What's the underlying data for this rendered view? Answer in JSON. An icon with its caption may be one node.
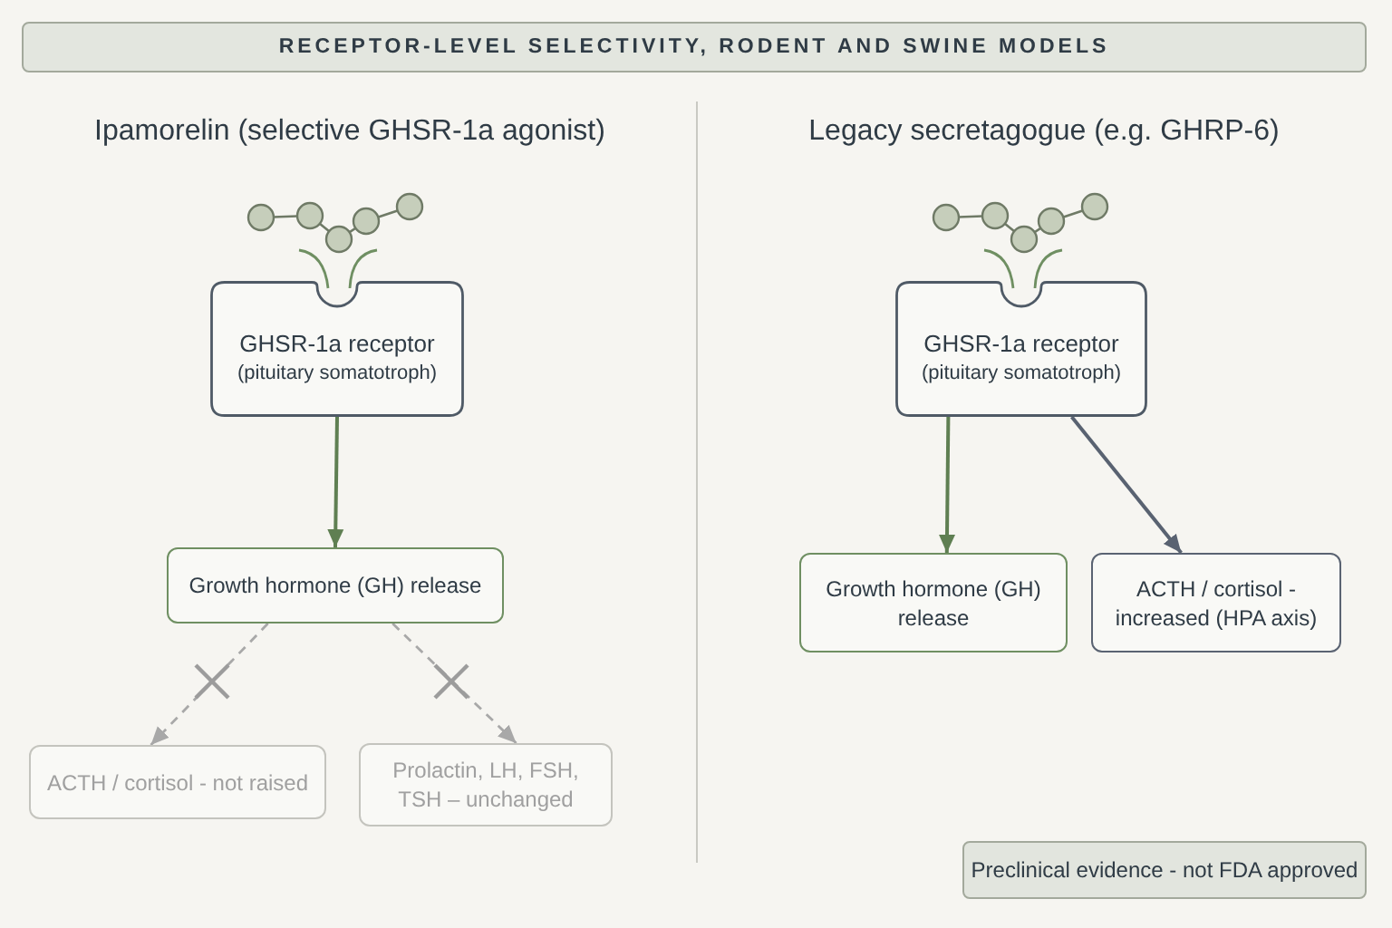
{
  "diagram": {
    "title": "RECEPTOR-LEVEL SELECTIVITY, RODENT AND SWINE MODELS",
    "caption": "Preclinical evidence - not FDA approved",
    "nodes": [
      {
        "text": [
          "GHSR-1a receptor",
          "(pituitary somatotroph)"
        ]
      },
      {
        "text": [
          "Growth hormone (GH) release"
        ]
      },
      {
        "text": [
          "ACTH / cortisol - not raised"
        ]
      },
      {
        "text": [
          "Prolactin, LH, FSH, TSH – unchanged"
        ]
      },
      {
        "text": [
          "GHSR-1a receptor",
          "(pituitary somatotroph)"
        ]
      },
      {
        "text": [
          "Growth hormone (GH) release"
        ]
      },
      {
        "text": [
          "ACTH / cortisol - increased (HPA axis)"
        ]
      }
    ],
    "edges": [
      {
        "from": 0,
        "to": 1,
        "arrow": "to",
        "color": "#5f7f52"
      },
      {
        "from": 1,
        "to": 2,
        "arrow": "to",
        "style": "dashed",
        "color": "#a8a8a8"
      },
      {
        "from": 1,
        "to": 3,
        "arrow": "to",
        "style": "dashed",
        "color": "#a8a8a8"
      },
      {
        "from": 4,
        "to": 5,
        "arrow": "to",
        "color": "#5f7f52"
      },
      {
        "from": 4,
        "to": 6,
        "arrow": "to",
        "color": "#596271"
      }
    ],
    "labels": [
      "Ipamorelin (selective GHSR-1a agonist)",
      "Legacy secretagogue (e.g. GHRP-6)"
    ]
  }
}
